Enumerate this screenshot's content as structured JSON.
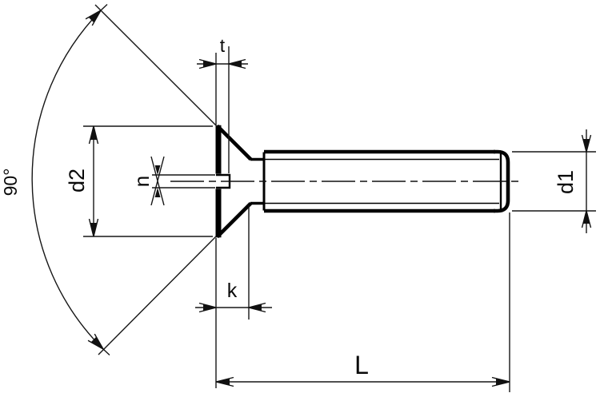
{
  "drawing": {
    "description": "technical drawing of a slotted countersunk flat head screw, side view",
    "labels": {
      "slot_depth": "t",
      "head_diameter": "d2",
      "slot_width": "n",
      "head_height": "k",
      "length": "L",
      "thread_diameter": "d1",
      "countersink_angle": "90°"
    },
    "colors": {
      "ink": "#000000",
      "dimension_line": "#161616",
      "background": "#ffffff"
    }
  }
}
